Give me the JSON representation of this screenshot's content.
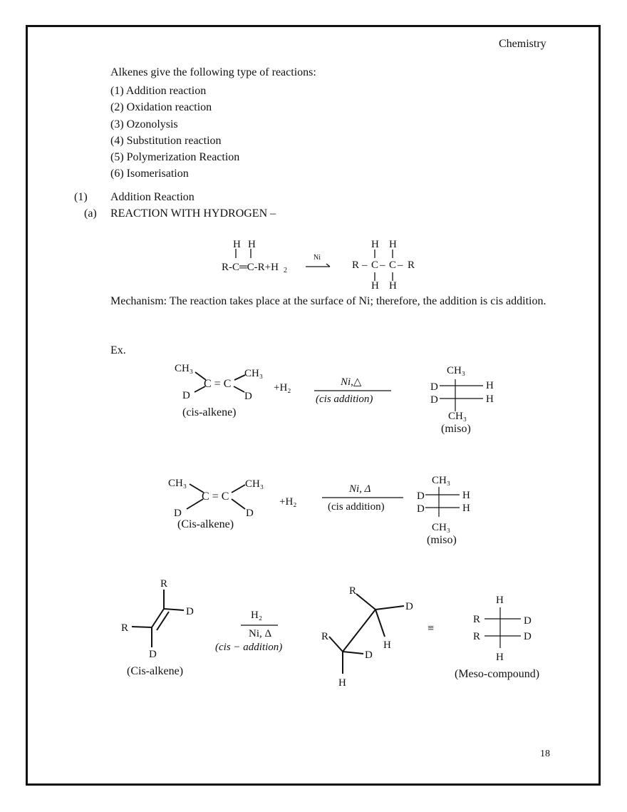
{
  "header": {
    "subject": "Chemistry"
  },
  "page_number": "18",
  "intro": "Alkenes give the following type of reactions:",
  "reaction_types": [
    "(1) Addition reaction",
    "(2) Oxidation reaction",
    "(3) Ozonolysis",
    "(4) Substitution reaction",
    "(5) Polymerization Reaction",
    "(6) Isomerisation"
  ],
  "section": {
    "number": "(1)",
    "title": "Addition Reaction"
  },
  "subsection": {
    "letter": "(a)",
    "title": "REACTION WITH HYDROGEN –"
  },
  "eq1": {
    "h": "H",
    "reactant": "R-C═C-R+H",
    "sub2": "2",
    "catalyst": "Ni",
    "product_r": "R",
    "product_c": "C",
    "dash": "–"
  },
  "mechanism": {
    "label": "Mechanism:",
    "text": " The reaction takes place at the surface of Ni; therefore, the addition is cis addition."
  },
  "example_label": "Ex.",
  "eq2": {
    "ch3": "CH₃",
    "c_eq_c": "C = C",
    "d": "D",
    "h": "H",
    "plus_h2": "+H₂",
    "condition_top": "Ni,△",
    "condition_bottom": "(cis addition)",
    "reactant_label": "(cis-alkene)",
    "product_label": "(miso)"
  },
  "eq3": {
    "ch3": "CH₃",
    "c_eq_c": "C = C",
    "d": "D",
    "h": "H",
    "plus_h2": "+H₂",
    "condition_top": "Ni, Δ",
    "condition_bottom": "(cis addition)",
    "reactant_label": "(Cis-alkene)",
    "product_label": "(miso)"
  },
  "eq4": {
    "r": "R",
    "d": "D",
    "h": "H",
    "condition_top": "H₂",
    "condition_mid": "Ni, Δ",
    "condition_bottom": "(cis − addition)",
    "equiv": "≡",
    "reactant_label": "(Cis-alkene)",
    "product_label": "(Meso-compound)"
  }
}
